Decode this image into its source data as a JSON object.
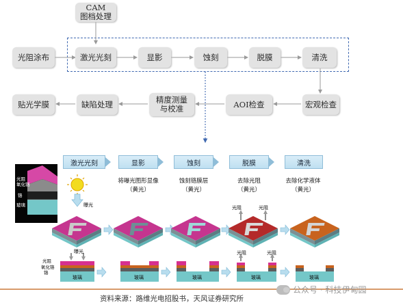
{
  "flow": {
    "cam": "CAM\n图档处理",
    "row1": [
      "光阻涂布",
      "激光光刻",
      "显影",
      "蚀刻",
      "脱膜",
      "清洗"
    ],
    "row2": [
      "宏观检查",
      "AOI检查",
      "精度测量\n与校准",
      "缺陷处理",
      "贴光学膜"
    ]
  },
  "process": {
    "steps": [
      "激光光刻",
      "显影",
      "蚀刻",
      "脱膜",
      "清洗"
    ],
    "captions": [
      {
        "main": "",
        "sub": ""
      },
      {
        "main": "将曝光图形显像",
        "sub": "（黄光）"
      },
      {
        "main": "蚀刻铬膜层",
        "sub": "（黄光）"
      },
      {
        "main": "去除光阻",
        "sub": "（黄光）"
      },
      {
        "main": "去除化学液体",
        "sub": "（黄光）"
      }
    ],
    "legend_layers": [
      "光阻",
      "氧化铬",
      "铬",
      "玻璃"
    ],
    "exposure_label": "曝光",
    "pattern_letter": "F",
    "photoresist_label": "光阻",
    "glass_label": "玻璃",
    "section_layers": [
      "光阻",
      "氧化铬",
      "铬"
    ],
    "colors": {
      "photoresist": "#c5358f",
      "chrome": "#6d8f95",
      "glass": "#74c7c8",
      "dark_red": "#b42a2a",
      "orange": "#c8631e"
    }
  },
  "footer": {
    "source": "资料来源：路维光电招股书，天风证券研究所",
    "watermark": "公众号 · 科技伊甸园"
  }
}
